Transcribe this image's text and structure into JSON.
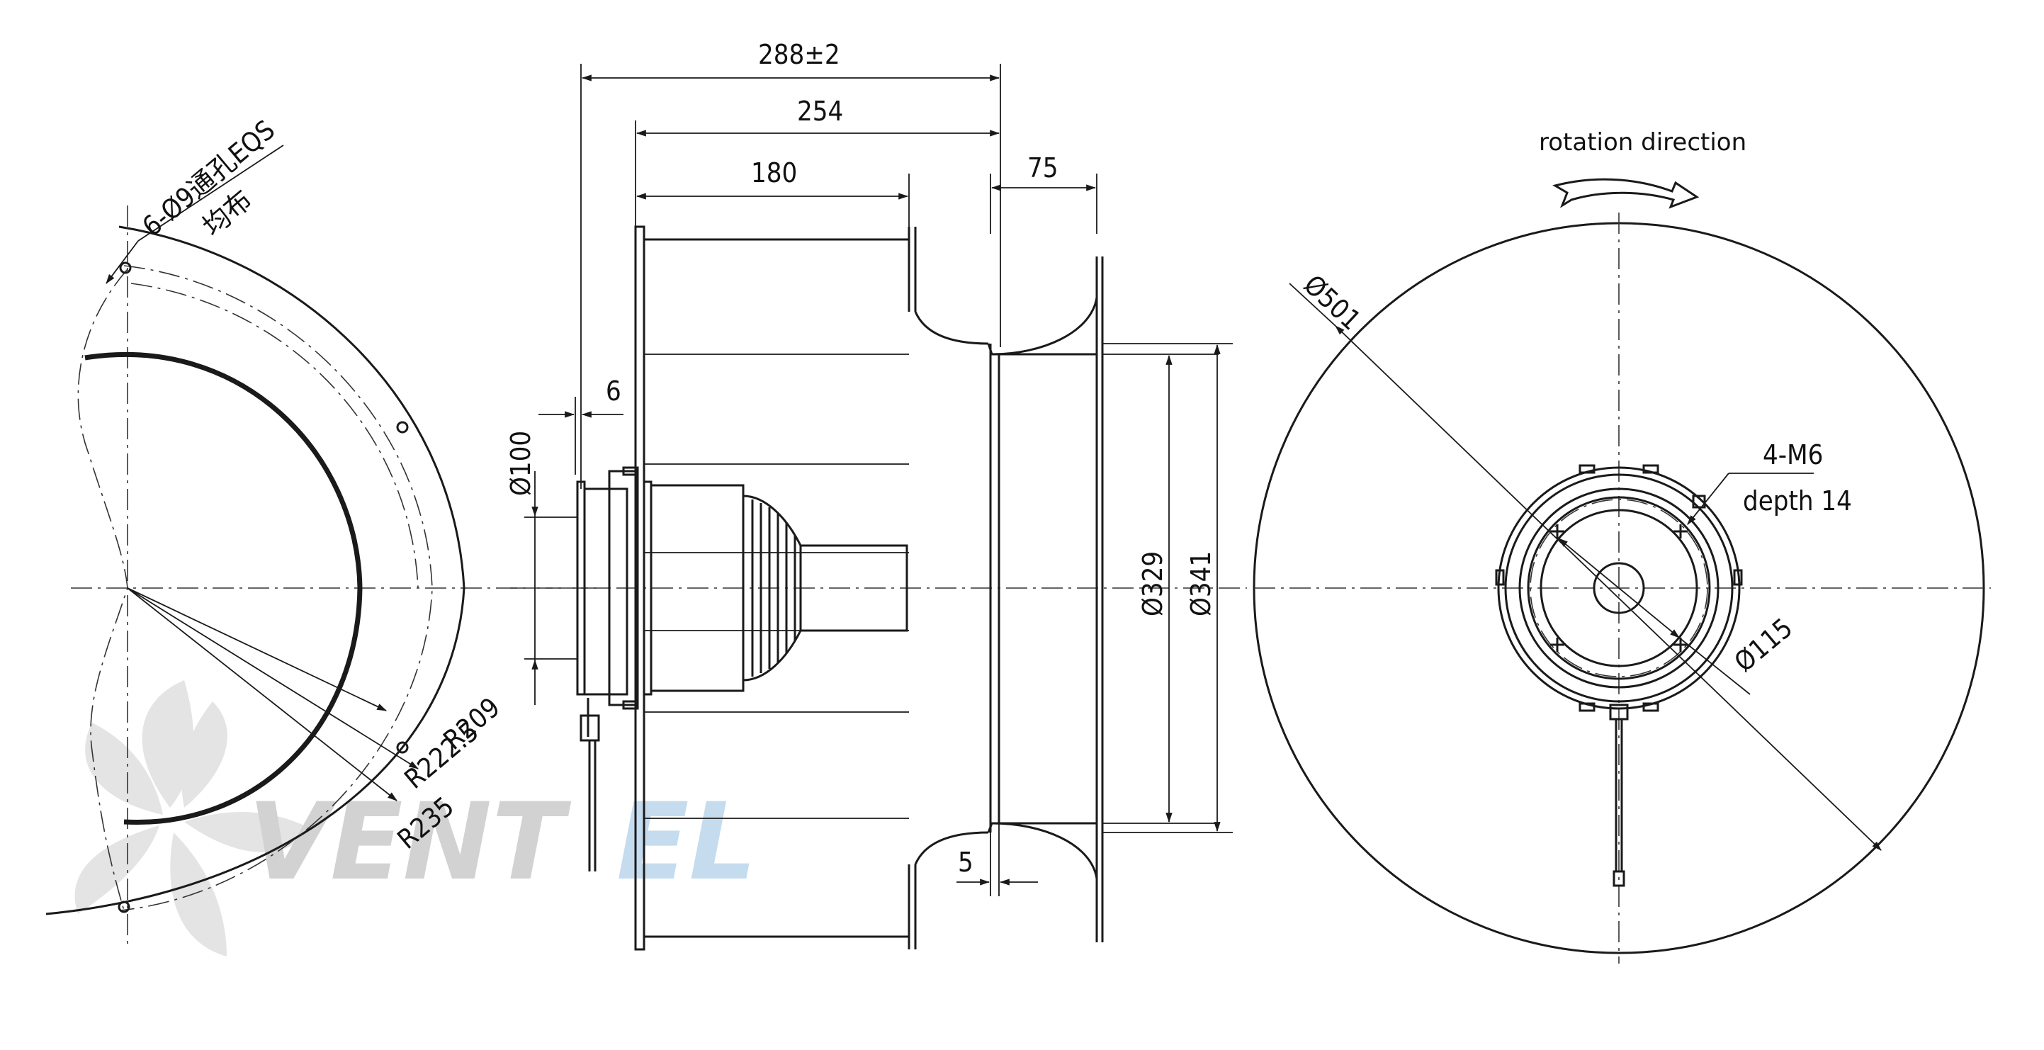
{
  "watermark": {
    "text_a": "VENT",
    "text_b": "EL",
    "color_a": "#d2d2d2",
    "color_b": "#c5dcef"
  },
  "left_view": {
    "hole_note_line1": "6-Ø9通孔EQS",
    "hole_note_line2": "均布",
    "radii": [
      "R209",
      "R222.5",
      "R235"
    ]
  },
  "side_view": {
    "overall_length": "288±2",
    "inlet_length": "254",
    "impeller_length": "180",
    "inlet_ring_depth": "75",
    "flange_thickness": "6",
    "hub_diameter": "Ø100",
    "inlet_inner_diameter": "Ø329",
    "inlet_outer_diameter": "Ø341",
    "gap": "5"
  },
  "front_view": {
    "rotation_label": "rotation direction",
    "impeller_diameter": "Ø501",
    "thread_note": "4-M6",
    "thread_depth": "depth 14",
    "bolt_circle": "Ø115"
  },
  "colors": {
    "line": "#1a1a1a",
    "background": "#ffffff"
  }
}
